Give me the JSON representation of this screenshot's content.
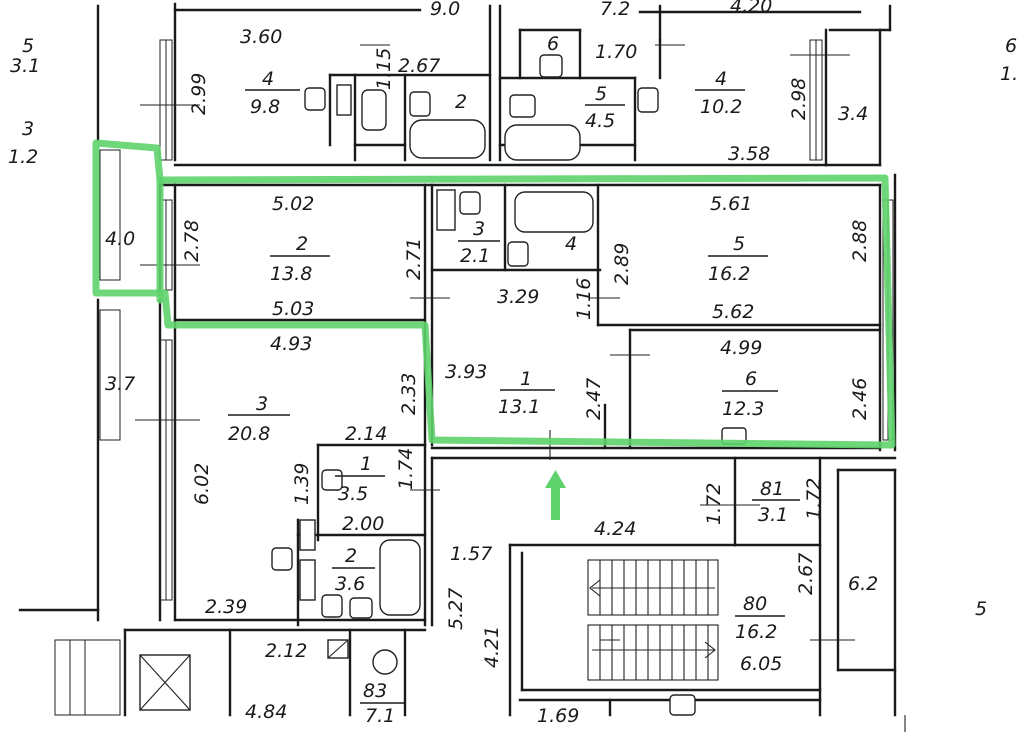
{
  "labels": {
    "r_top_left_w": "3.60",
    "r_top_left_num": "4",
    "r_top_left_area": "9.8",
    "r_top_left_d": "2.99",
    "r_top_small_d1": "1.15",
    "r_top_small_d2": "2.67",
    "r_top_bath_num": "2",
    "r_top_small6": "6",
    "r_top_170": "1.70",
    "r_top_5_num": "5",
    "r_top_5_area": "4.5",
    "r_top_right_num": "4",
    "r_top_right_area": "10.2",
    "r_top_right_d": "2.98",
    "r_top_right_w": "3.58",
    "r_top_balc": "3.4",
    "cut_top1": "9.0",
    "cut_top2": "7.2",
    "cut_top3": "4.20",
    "edge_left1a": "5",
    "edge_left1b": "3.1",
    "edge_left2a": "3",
    "edge_left2b": "1.2",
    "edge_right1a": "6",
    "edge_right1b": "1.",
    "edge_right2": "5",
    "balc_left": "4.0",
    "r2_top": "5.02",
    "r2_d1": "2.78",
    "r2_num": "2",
    "r2_area": "13.8",
    "r2_d2": "2.71",
    "r2_bottom": "5.03",
    "r3_small_num": "3",
    "r3_small_area": "2.1",
    "r4_small_num": "4",
    "d_329": "3.29",
    "d_116": "1.16",
    "d_289": "2.89",
    "r5_top": "5.61",
    "r5_num": "5",
    "r5_area": "16.2",
    "r5_d": "2.88",
    "r5_bottom": "5.62",
    "r3_top": "4.93",
    "r3_d1": "2.33",
    "r3_balc": "3.7",
    "r3_num": "3",
    "r3_area": "20.8",
    "r3_d2": "6.02",
    "r3_bottom": "2.39",
    "r1_w": "3.93",
    "r1_num": "1",
    "r1_area": "13.1",
    "r1_d": "2.47",
    "r6_top": "4.99",
    "r6_num": "6",
    "r6_area": "12.3",
    "r6_d": "2.46",
    "wc1_w": "2.14",
    "wc1_d": "1.39",
    "wc1_num": "1",
    "wc1_area": "3.5",
    "wc1_d2": "1.74",
    "wc2_w": "2.00",
    "wc2_num": "2",
    "wc2_area": "3.6",
    "hall_d1": "1.72",
    "hall_w": "4.24",
    "hall_157": "1.57",
    "hall_527": "5.27",
    "hall_421": "4.21",
    "r81_num": "81",
    "r81_area": "3.1",
    "r81_d": "1.72",
    "r80_num": "80",
    "r80_area": "16.2",
    "r80_d": "2.67",
    "r80_w": "6.05",
    "r80_balc": "6.2",
    "r83_num": "83",
    "r83_area": "7.1",
    "b_212": "2.12",
    "b_84": "4.84",
    "b_169": "1.69"
  },
  "colors": {
    "highlight": "#5ed36b",
    "arrow": "#5ed36b",
    "line": "#1a1a1a"
  }
}
